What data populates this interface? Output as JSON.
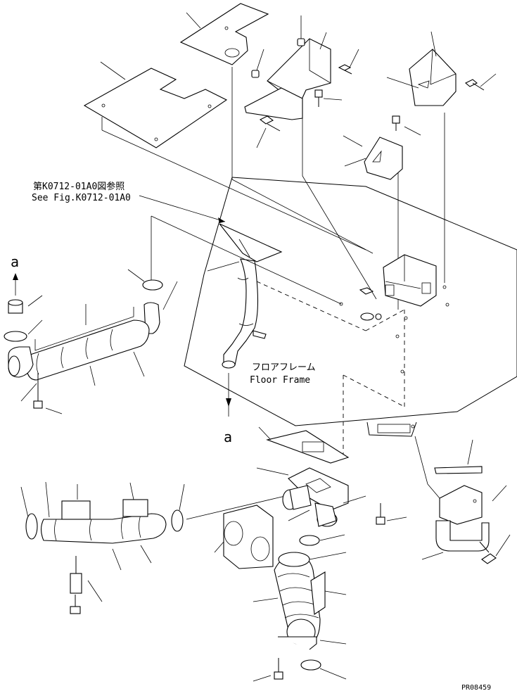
{
  "reference": {
    "jp": "第K0712-01A0図参照",
    "en": "See Fig.K0712-01A0"
  },
  "floor_frame": {
    "jp": "フロアフレーム",
    "en": "Floor Frame"
  },
  "view_marker": "a",
  "drawing_code": "PR08459"
}
